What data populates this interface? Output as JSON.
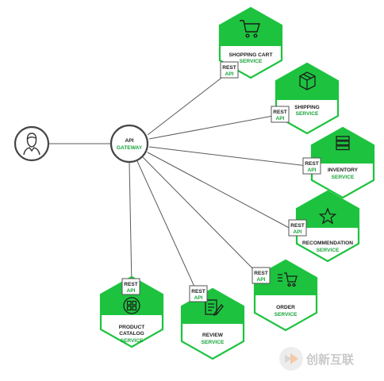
{
  "client": {
    "icon": "user-icon"
  },
  "gateway": {
    "title": "API",
    "subtitle": "GATEWAY"
  },
  "rest": {
    "line1": "REST",
    "line2": "API"
  },
  "services": [
    {
      "id": "shopping-cart",
      "line1": "SHOPPING CART",
      "line2": "",
      "type": "SERVICE",
      "icon": "shopping-cart-icon"
    },
    {
      "id": "shipping",
      "line1": "SHIPPING",
      "line2": "",
      "type": "SERVICE",
      "icon": "package-box-icon"
    },
    {
      "id": "inventory",
      "line1": "INVENTORY",
      "line2": "",
      "type": "SERVICE",
      "icon": "inventory-stack-icon"
    },
    {
      "id": "recommendation",
      "line1": "RECOMMENDATION",
      "line2": "",
      "type": "SERVICE",
      "icon": "star-icon"
    },
    {
      "id": "order",
      "line1": "ORDER",
      "line2": "",
      "type": "SERVICE",
      "icon": "order-cart-list-icon"
    },
    {
      "id": "review",
      "line1": "REVIEW",
      "line2": "",
      "type": "SERVICE",
      "icon": "review-edit-icon"
    },
    {
      "id": "product-catalog",
      "line1": "PRODUCT",
      "line2": "CATALOG",
      "type": "SERVICE",
      "icon": "catalog-grid-icon"
    }
  ],
  "watermark": {
    "text": "创新互联",
    "icon": "watermark-logo-icon"
  },
  "colors": {
    "accent": "#1dc33f",
    "accent_dark": "#1aa33c",
    "outline": "#333333",
    "line": "#555555"
  }
}
